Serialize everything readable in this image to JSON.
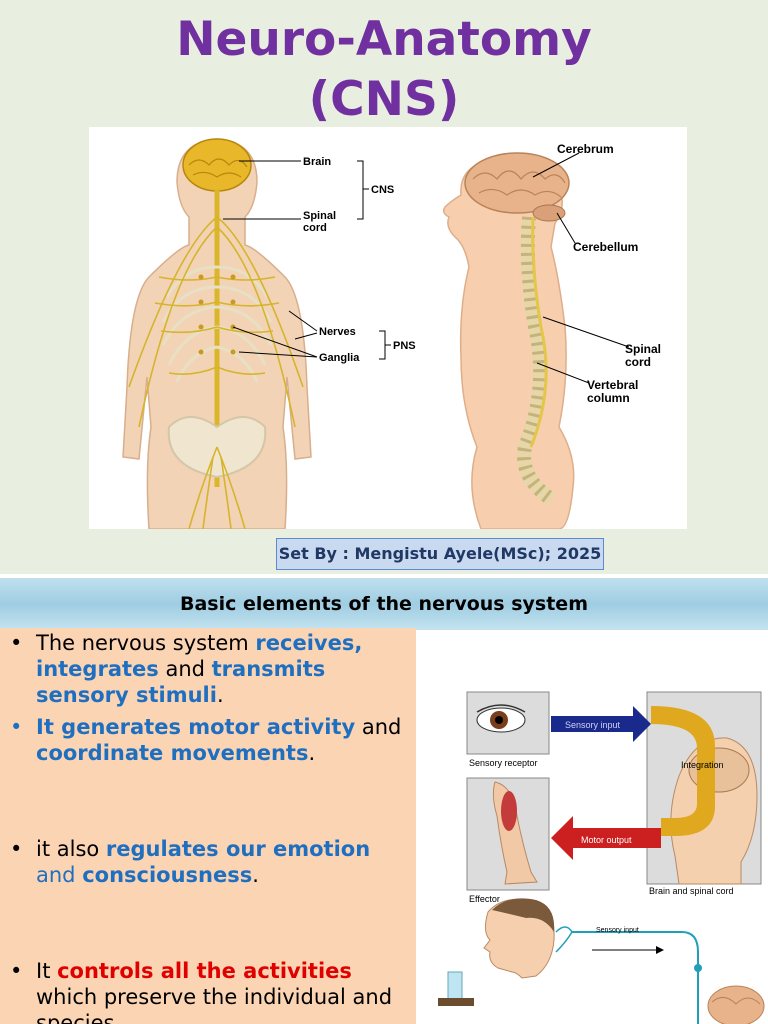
{
  "slide1": {
    "title_line1": "Neuro-Anatomy",
    "title_line2": "(CNS)",
    "figure_labels": {
      "brain": "Brain",
      "spinal_cord": "Spinal\ncord",
      "cns": "CNS",
      "nerves": "Nerves",
      "ganglia": "Ganglia",
      "pns": "PNS",
      "cerebrum": "Cerebrum",
      "cerebellum": "Cerebellum",
      "spinal_cord_side": "Spinal\ncord",
      "vertebral_column": "Vertebral\ncolumn"
    },
    "credit": "Set By : Mengistu Ayele(MSc); 2025"
  },
  "slide2": {
    "heading": "Basic elements of the nervous system",
    "bullets": [
      {
        "parts": [
          {
            "text": "The nervous system ",
            "style": "plain"
          },
          {
            "text": "receives, integrates",
            "style": "blue"
          },
          {
            "text": " and ",
            "style": "plain"
          },
          {
            "text": "transmits sensory stimuli",
            "style": "blue"
          },
          {
            "text": ".",
            "style": "plain"
          }
        ],
        "dot_color": "#000000"
      },
      {
        "parts": [
          {
            "text": "It generates motor activity",
            "style": "blue"
          },
          {
            "text": " and ",
            "style": "plain"
          },
          {
            "text": "coordinate movements",
            "style": "blue"
          },
          {
            "text": ".",
            "style": "plain"
          }
        ],
        "dot_color": "#1f6fc0"
      },
      {
        "parts": [
          {
            "text": " it also ",
            "style": "plain"
          },
          {
            "text": "regulates our emotion",
            "style": "blue"
          },
          {
            "text": " and ",
            "style": "blue-plain"
          },
          {
            "text": "consciousness",
            "style": "blue"
          },
          {
            "text": ".",
            "style": "plain"
          }
        ],
        "dot_color": "#000000"
      },
      {
        "parts": [
          {
            "text": "It ",
            "style": "plain"
          },
          {
            "text": "controls all the activities",
            "style": "red"
          },
          {
            "text": " which preserve the individual and species.",
            "style": "plain"
          }
        ],
        "dot_color": "#000000"
      }
    ],
    "diagram_labels": {
      "sensory_receptor": "Sensory receptor",
      "sensory_input": "Sensory input",
      "integration": "Integration",
      "effector": "Effector",
      "motor_output": "Motor output",
      "brain_and_spinal_cord": "Brain and spinal cord",
      "sensory_input_2": "Sensory input"
    },
    "colors": {
      "blue_text": "#1f6fc0",
      "red_text": "#e00000",
      "panel_bg": "#fbd4b4",
      "title_purple": "#7030a0"
    }
  }
}
